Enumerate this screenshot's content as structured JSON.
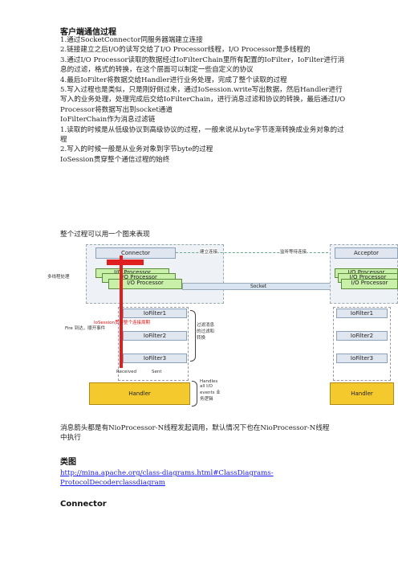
{
  "heading_client": "客户端通信过程",
  "steps": [
    "1.通过SocketConnector同服务器端建立连接",
    "2.链接建立之后I/O的读写交给了I/O Processor线程，I/O Processor是多线程的",
    "3.通过I/O Processor读取的数据经过IoFilterChain里所有配置的IoFilter，IoFilter进行消息的过滤，格式的转换，在这个层面可以制定一些自定义的协议",
    "4.最后IoFilter将数据交给Handler进行业务处理，完成了整个读取的过程",
    "5.写入过程也是类似，只是刚好倒过来，通过IoSession.write写出数据，然后Handler进行写入的业务处理，处理完成后交给IoFilterChain，进行消息过滤和协议的转换，最后通过I/O Processor将数据写出到socket通道",
    "IoFilterChain作为消息过滤链",
    "1.读取的时候是从低级协议到高级协议的过程，一般来说从byte字节逐渐转换成业务对象的过程",
    "2.写入的时候一般是从业务对象到字节byte的过程",
    "IoSession贯穿整个通信过程的始终"
  ],
  "diagram_caption": "整个过程可以用一个图来表现",
  "diagram": {
    "connector": "Connector",
    "acceptor": "Acceptor",
    "processor": "I/O Processor",
    "socket": "Socket",
    "filter1": "IoFilter1",
    "filter2": "IoFilter2",
    "filter3": "IoFilter3",
    "handler": "Handler",
    "left_label": "多线程处理",
    "session_label": "IoSession贯穿整个连接周期",
    "fire_label": "Fire 到达，顺开事件",
    "filter_note": "过滤消息的过滤和转换",
    "handler_note": "Handles all I/O events 业务逻辑",
    "received": "Received",
    "sent": "Sent",
    "build_conn": "建立连接",
    "wait_conn": "监听等待连接"
  },
  "arrow_note": "消息箭头都是有NioProcessor-N线程发起调用，默认情况下也在NioProcessor-N线程中执行",
  "heading_class": "类图",
  "class_link": "http://mina.apache.org/class-diagrams.html#ClassDiagrams-ProtocolDecoderclassdiagram",
  "heading_connector": "Connector"
}
